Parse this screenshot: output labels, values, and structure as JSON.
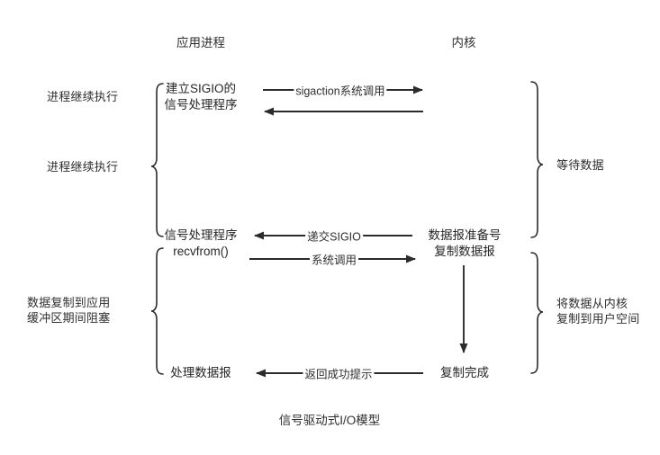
{
  "diagram": {
    "caption": "信号驱动式I/O模型",
    "columns": [
      {
        "name": "application-process",
        "label": "应用进程"
      },
      {
        "name": "kernel",
        "label": "内核"
      }
    ],
    "left_annotations": [
      {
        "name": "process-continues-1",
        "label": "进程继续执行"
      },
      {
        "name": "process-continues-2",
        "label": "进程继续执行"
      },
      {
        "name": "blocked-while-copying",
        "label": "数据复制到应用\n缓冲区期间阻塞"
      }
    ],
    "right_annotations": [
      {
        "name": "waiting-for-data",
        "label": "等待数据"
      },
      {
        "name": "copy-kernel-to-user",
        "label": "将数据从内核\n复制到用户空间"
      }
    ],
    "process_nodes": [
      {
        "name": "establish-sigio-handler",
        "label": "建立SIGIO的\n信号处理程序"
      },
      {
        "name": "signal-handler",
        "label": "信号处理程序"
      },
      {
        "name": "recvfrom-call",
        "label": "recvfrom()"
      },
      {
        "name": "process-datagram",
        "label": "处理数据报"
      }
    ],
    "kernel_nodes": [
      {
        "name": "datagram-ready-copy",
        "label": "数据报准备号\n复制数据报"
      },
      {
        "name": "copy-complete",
        "label": "复制完成"
      }
    ],
    "arrows": [
      {
        "name": "sigaction-syscall",
        "label": "sigaction系统调用",
        "direction": "right"
      },
      {
        "name": "sigaction-return",
        "label": "",
        "direction": "left"
      },
      {
        "name": "deliver-sigio",
        "label": "递交SIGIO",
        "direction": "left"
      },
      {
        "name": "syscall",
        "label": "系统调用",
        "direction": "right"
      },
      {
        "name": "copy-progress",
        "label": "",
        "direction": "down"
      },
      {
        "name": "return-success",
        "label": "返回成功提示",
        "direction": "left"
      }
    ],
    "colors": {
      "stroke": "#2b2b2b",
      "text": "#2f2f2f",
      "background": "#ffffff"
    }
  }
}
